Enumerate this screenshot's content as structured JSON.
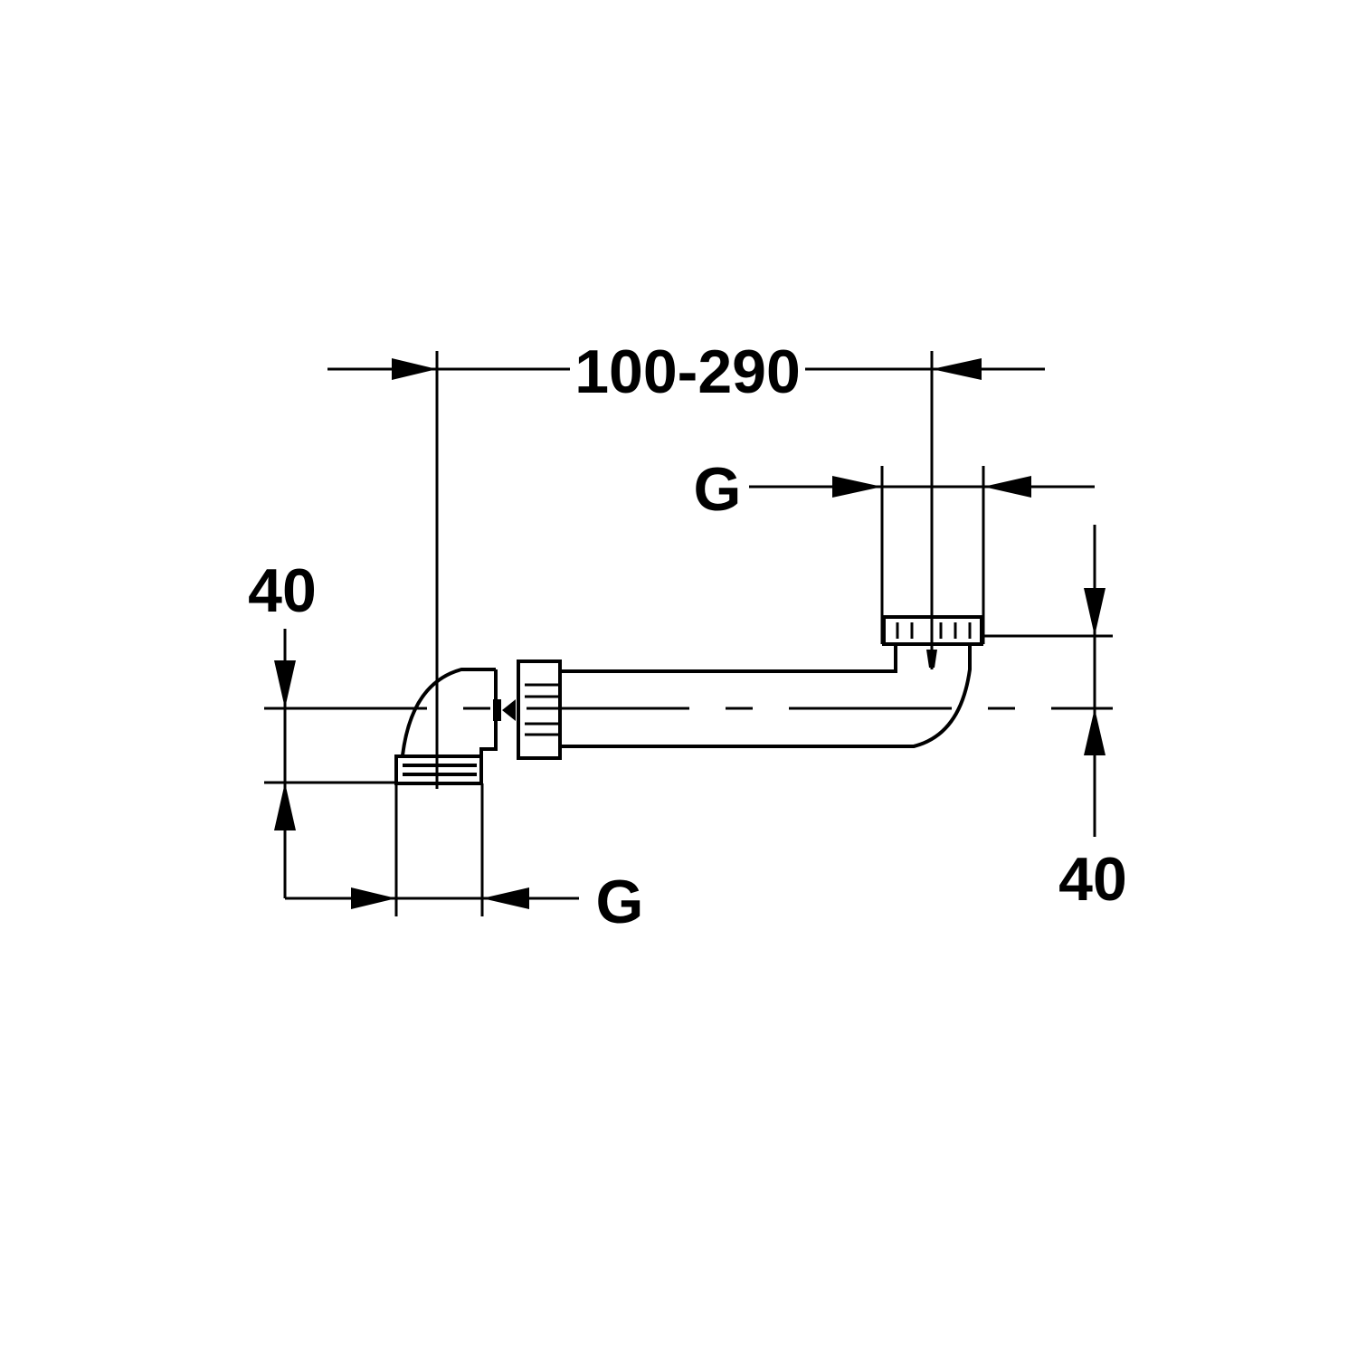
{
  "drawing": {
    "length_dimension": "100-290",
    "thread_top": "G",
    "thread_bottom": "G",
    "offset_left": "40",
    "offset_right": "40"
  }
}
